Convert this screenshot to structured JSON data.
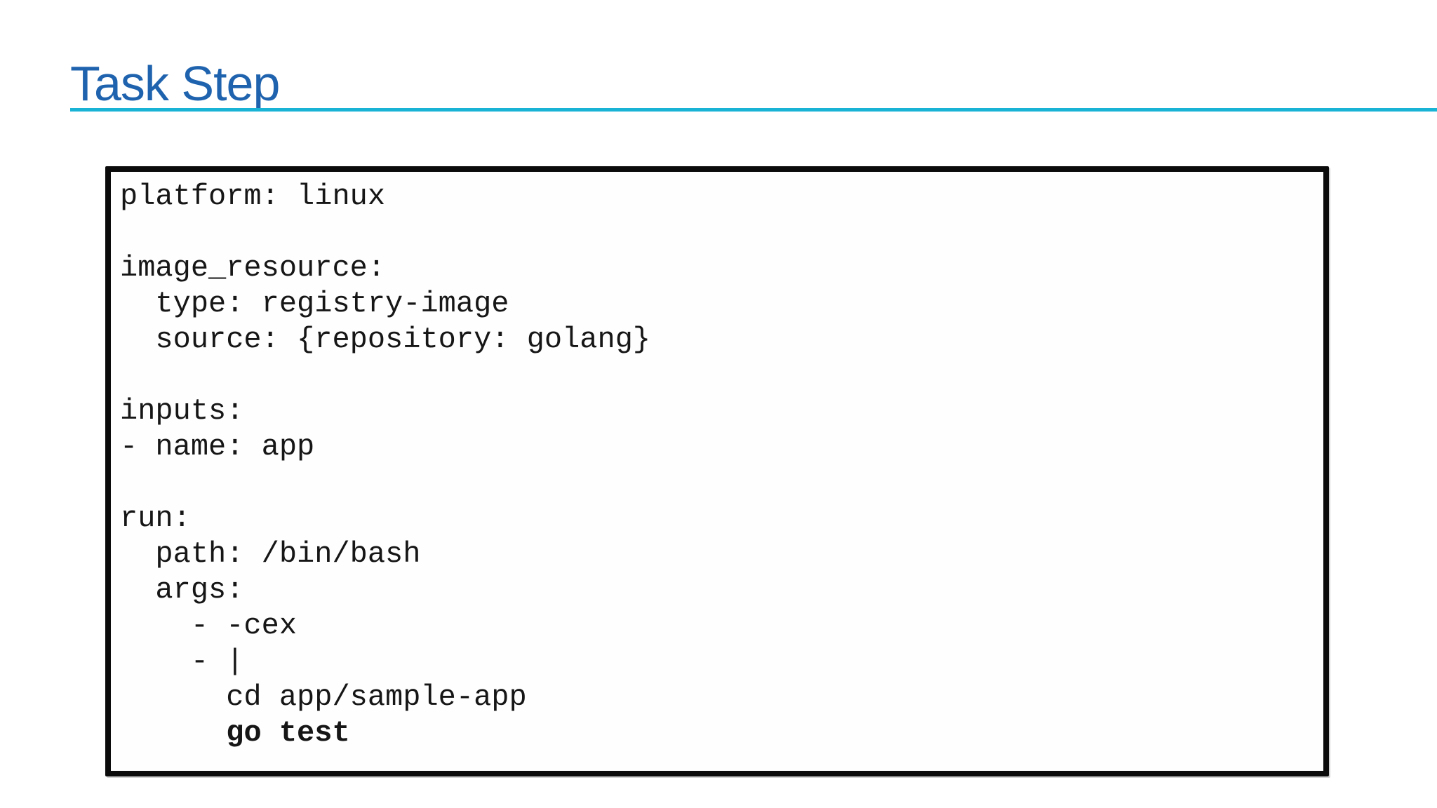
{
  "slide": {
    "title": "Task Step",
    "title_color": "#1f63ae",
    "underline_color": "#18b3d5",
    "box_border_color": "#0b0b0b",
    "code_text_color": "#161616"
  },
  "code_block": {
    "language": "yaml",
    "lines": [
      [
        {
          "t": "platform: linux",
          "b": false
        }
      ],
      [
        {
          "t": "",
          "b": false
        }
      ],
      [
        {
          "t": "image_resource:",
          "b": false
        }
      ],
      [
        {
          "t": "  type: registry-image",
          "b": false
        }
      ],
      [
        {
          "t": "  source: {repository: golang}",
          "b": false
        }
      ],
      [
        {
          "t": "",
          "b": false
        }
      ],
      [
        {
          "t": "inputs:",
          "b": false
        }
      ],
      [
        {
          "t": "- name: app",
          "b": false
        }
      ],
      [
        {
          "t": "",
          "b": false
        }
      ],
      [
        {
          "t": "run:",
          "b": false
        }
      ],
      [
        {
          "t": "  path: /bin/bash",
          "b": false
        }
      ],
      [
        {
          "t": "  args:",
          "b": false
        }
      ],
      [
        {
          "t": "    - -cex",
          "b": false
        }
      ],
      [
        {
          "t": "    - |",
          "b": false
        }
      ],
      [
        {
          "t": "      cd app/sample-app",
          "b": false
        }
      ],
      [
        {
          "t": "      ",
          "b": false
        },
        {
          "t": "go test",
          "b": true
        }
      ]
    ]
  }
}
